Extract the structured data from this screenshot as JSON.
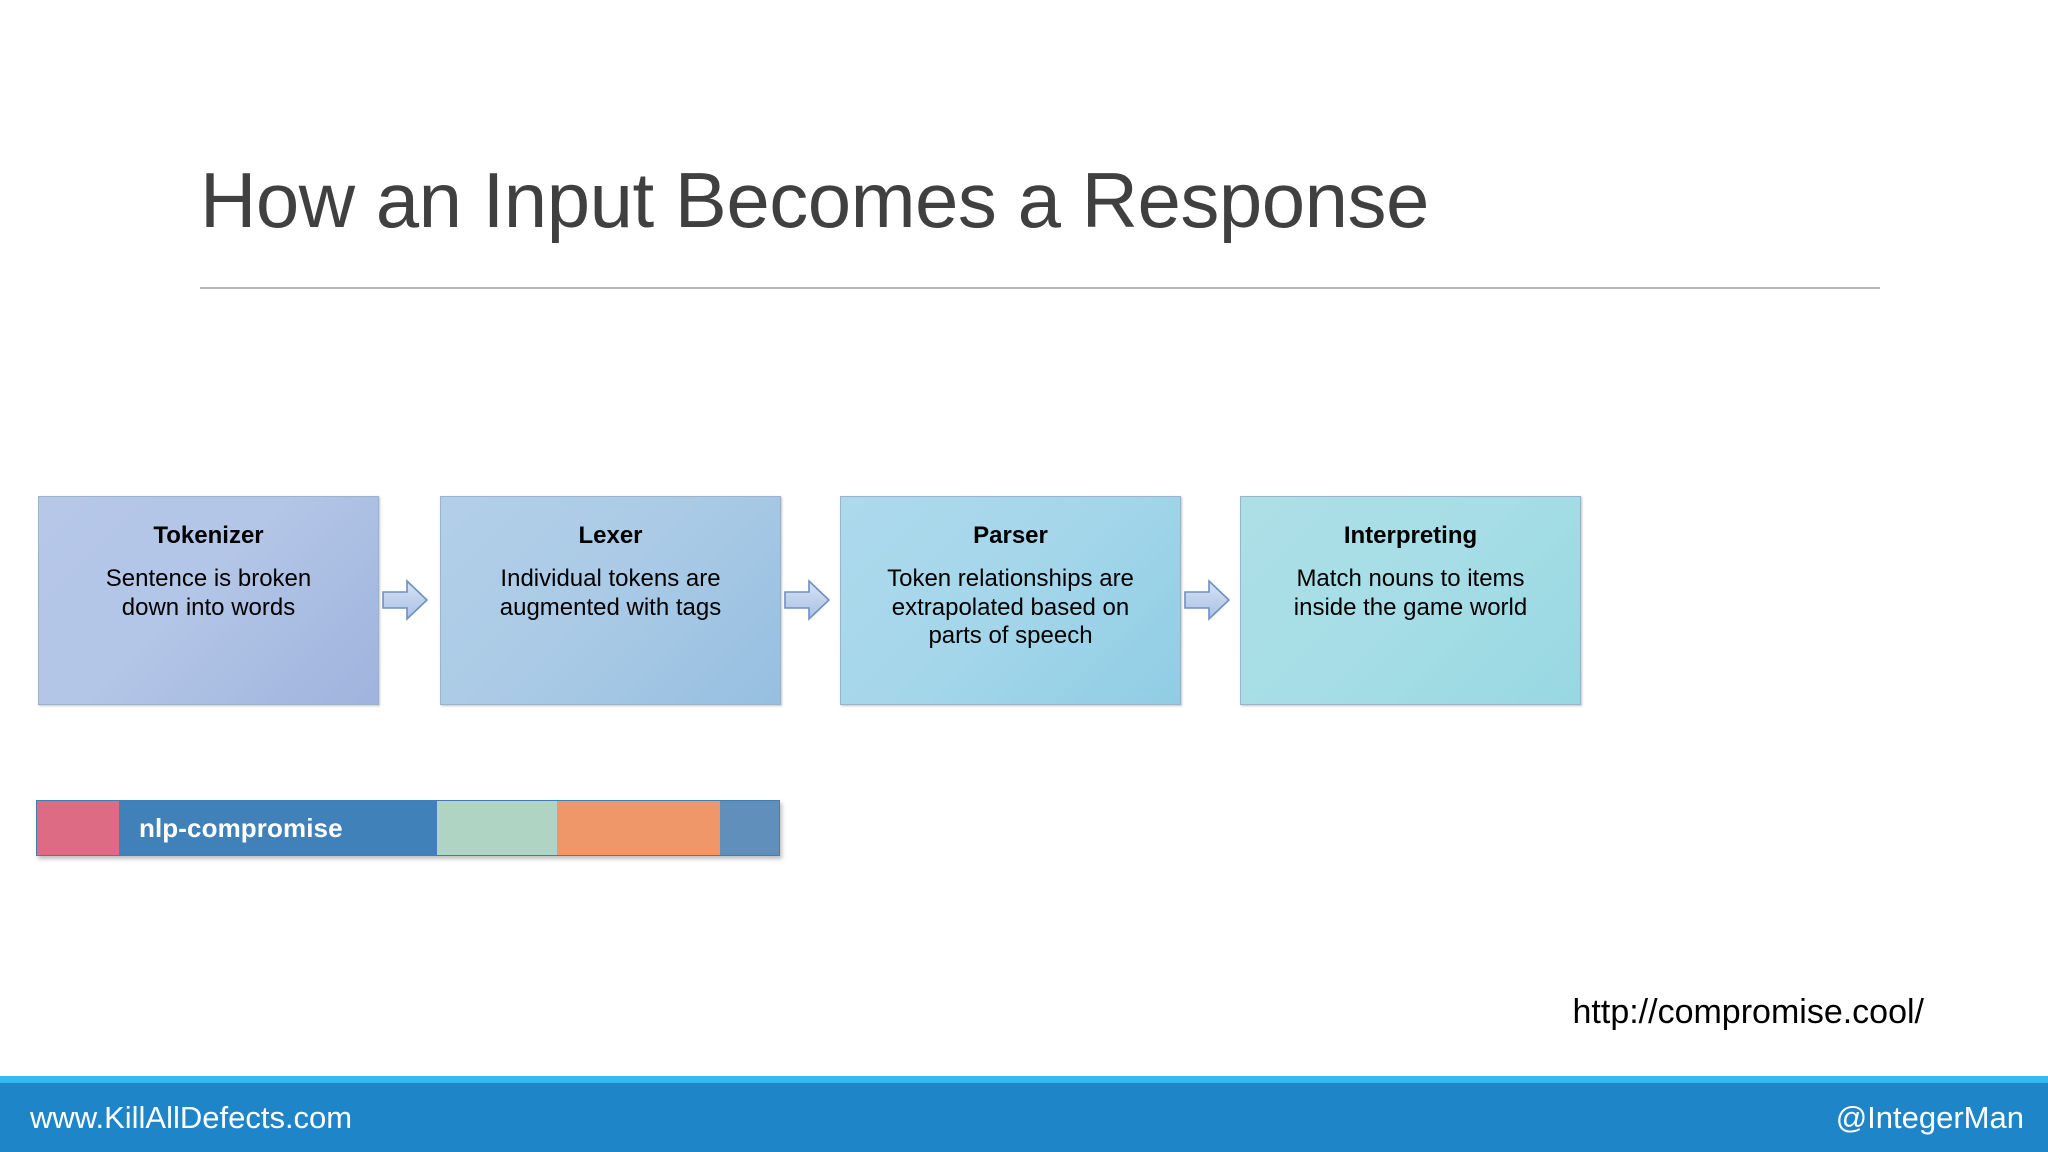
{
  "slide": {
    "title": "How an Input Becomes a Response",
    "background_color": "#ffffff",
    "title_color": "#404040",
    "rule_color": "#b6b6b6"
  },
  "flow": {
    "arrow_icon_name": "right-block-arrow",
    "arrow_fill": "#bcd2ea",
    "arrow_border": "#6f8fbf",
    "steps": [
      {
        "title": "Tokenizer",
        "description": "Sentence is broken\ndown into words",
        "fill": "#b3c6e7"
      },
      {
        "title": "Lexer",
        "description": "Individual tokens are\naugmented with tags",
        "fill": "#a9cae6"
      },
      {
        "title": "Parser",
        "description": "Token relationships are\nextrapolated based on\nparts of speech",
        "fill": "#a4d6ea"
      },
      {
        "title": "Interpreting",
        "description": "Match nouns to items\ninside the game world",
        "fill": "#a6dde6"
      }
    ]
  },
  "banner": {
    "label": "nlp-compromise",
    "label_color": "#ffffff",
    "segments": [
      {
        "name": "pink",
        "color": "#dd6b84"
      },
      {
        "name": "label-blue",
        "color": "#3f81b8"
      },
      {
        "name": "mint",
        "color": "#b0d4c4"
      },
      {
        "name": "orange",
        "color": "#f0976a"
      },
      {
        "name": "blue",
        "color": "#5f8fba"
      }
    ]
  },
  "link": {
    "url_text": "http://compromise.cool/"
  },
  "footer": {
    "left_text": "www.KillAllDefects.com",
    "right_text": "@IntegerMan",
    "bar_color": "#1f85c9",
    "accent_color": "#31bced",
    "text_color": "#ffffff"
  }
}
